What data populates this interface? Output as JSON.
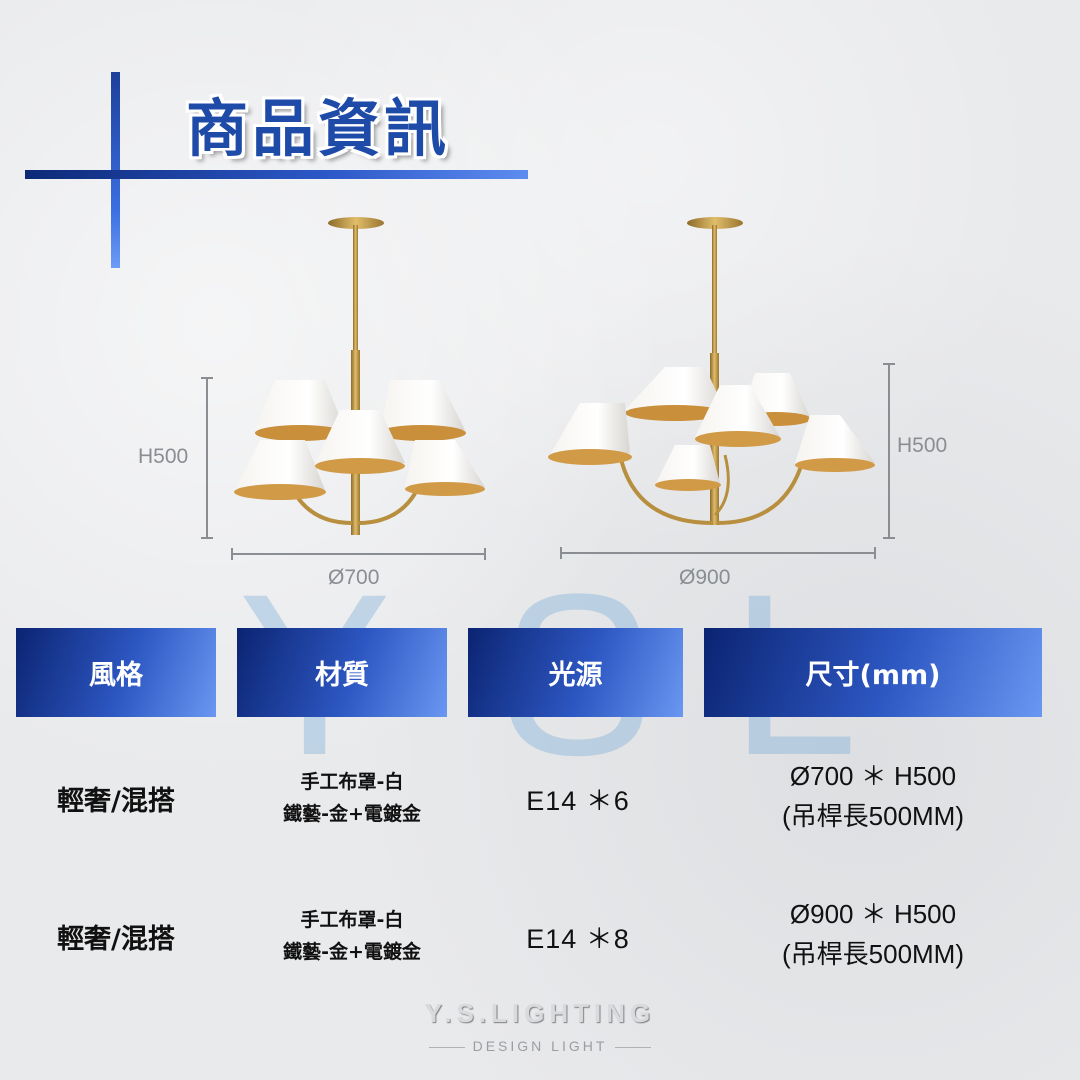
{
  "header": {
    "title": "商品資訊"
  },
  "watermark": {
    "letters": [
      "Y",
      "S",
      "L"
    ]
  },
  "dimensions": {
    "product1": {
      "height_label": "H500",
      "width_label": "Ø700"
    },
    "product2": {
      "height_label": "H500",
      "width_label": "Ø900"
    }
  },
  "table": {
    "columns": [
      "風格",
      "材質",
      "光源",
      "尺寸(mm)"
    ],
    "rows": [
      {
        "style": "輕奢/混搭",
        "material_line1": "手工布罩-白",
        "material_line2": "鐵藝-金+電鍍金",
        "light": "E14 ＊6",
        "size_line1": "Ø700 ＊ H500",
        "size_line2": "(吊桿長500MM)"
      },
      {
        "style": "輕奢/混搭",
        "material_line1": "手工布罩-白",
        "material_line2": "鐵藝-金+電鍍金",
        "light": "E14 ＊8",
        "size_line1": "Ø900 ＊ H500",
        "size_line2": "(吊桿長500MM)"
      }
    ]
  },
  "brand": {
    "name": "Y.S.LIGHTING",
    "tagline": "DESIGN LIGHT"
  },
  "colors": {
    "header_dark": "#0b2472",
    "header_light": "#6a97f2",
    "title": "#1e4aa8",
    "gold": "#c9a04a",
    "shade": "#f2f0ec"
  }
}
